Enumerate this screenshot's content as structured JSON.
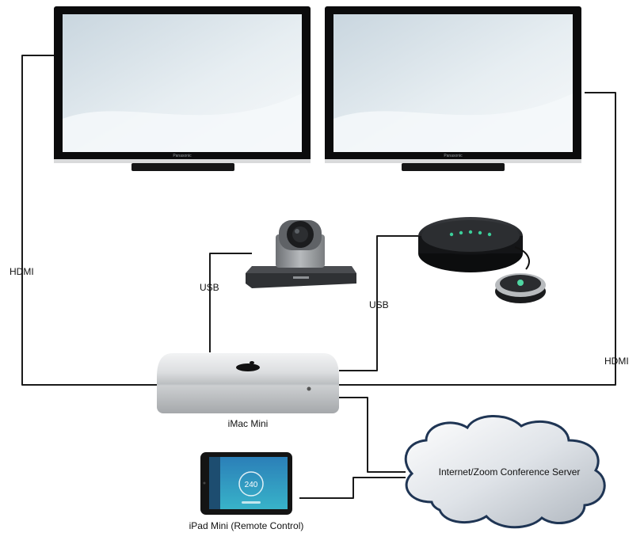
{
  "labels": {
    "hdmi_left": "HDMI",
    "hdmi_right": "HDMI",
    "usb_camera": "USB",
    "usb_speaker": "USB",
    "mac_mini": "iMac Mini",
    "ipad": "iPad Mini (Remote Control)",
    "cloud": "Internet/Zoom Conference Server"
  },
  "brand": {
    "tv": "Panasonic"
  },
  "ipad_screen": {
    "value": "240"
  }
}
